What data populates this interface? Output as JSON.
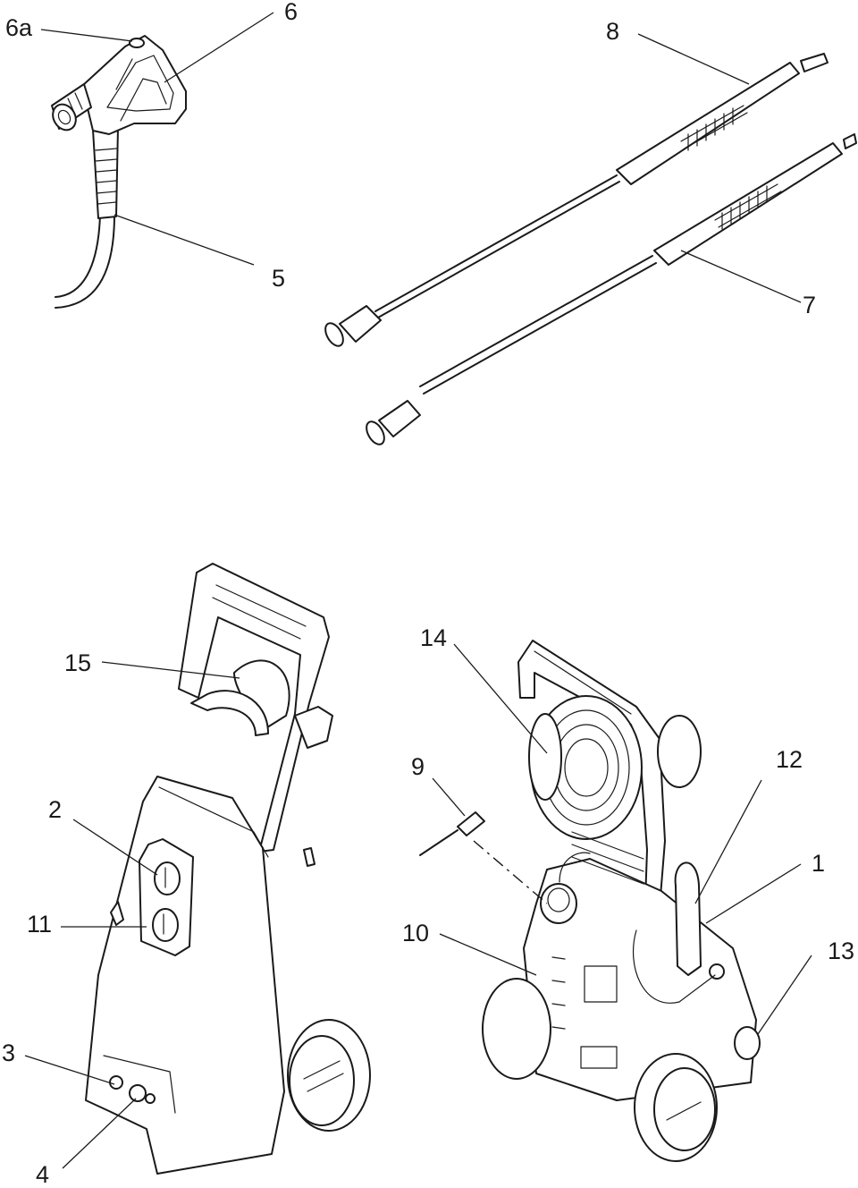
{
  "callouts": {
    "c6a": "6a",
    "c6": "6",
    "c5": "5",
    "c8": "8",
    "c7": "7",
    "c15": "15",
    "c2": "2",
    "c11": "11",
    "c3": "3",
    "c4": "4",
    "c14": "14",
    "c9": "9",
    "c12": "12",
    "c1": "1",
    "c10": "10",
    "c13": "13"
  },
  "parts": [
    {
      "id": "spray-gun",
      "callouts": [
        "6",
        "6a",
        "5"
      ]
    },
    {
      "id": "lances",
      "callouts": [
        "8",
        "7"
      ]
    },
    {
      "id": "washer-front-view",
      "callouts": [
        "15",
        "2",
        "11",
        "3",
        "4"
      ]
    },
    {
      "id": "washer-rear-view",
      "callouts": [
        "14",
        "9",
        "12",
        "1",
        "10",
        "13"
      ]
    }
  ],
  "colors": {
    "line": "#1a1a1a",
    "background": "#ffffff"
  }
}
